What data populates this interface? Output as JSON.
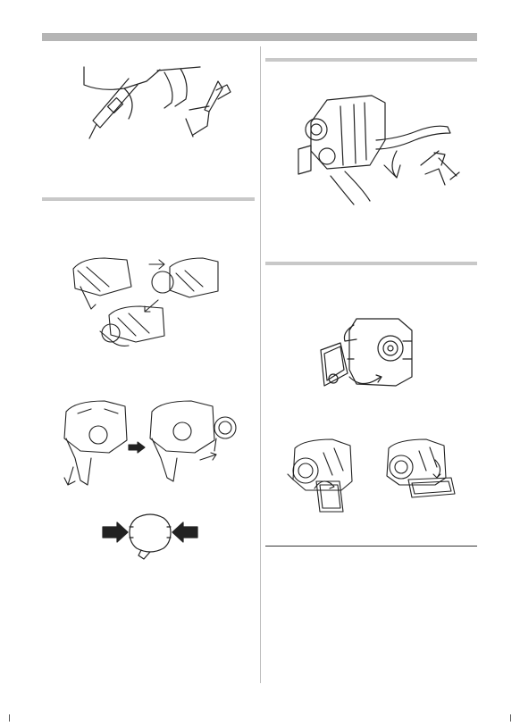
{
  "page": {
    "header_bar_color": "#b5b5b5",
    "rule_color": "#c8c8c8",
    "ink_color": "#222222"
  },
  "illustrations": [
    {
      "name": "shoulder-strap-illustration"
    },
    {
      "name": "grip-belt-illustration"
    },
    {
      "name": "lens-cap-attach-illustration"
    },
    {
      "name": "lcd-monitor-open-illustration"
    },
    {
      "name": "lens-cap-strap-illustration"
    },
    {
      "name": "lcd-rotate-front-illustration"
    },
    {
      "name": "lcd-rotate-back-illustration"
    },
    {
      "name": "lens-cap-removal-illustration"
    }
  ]
}
